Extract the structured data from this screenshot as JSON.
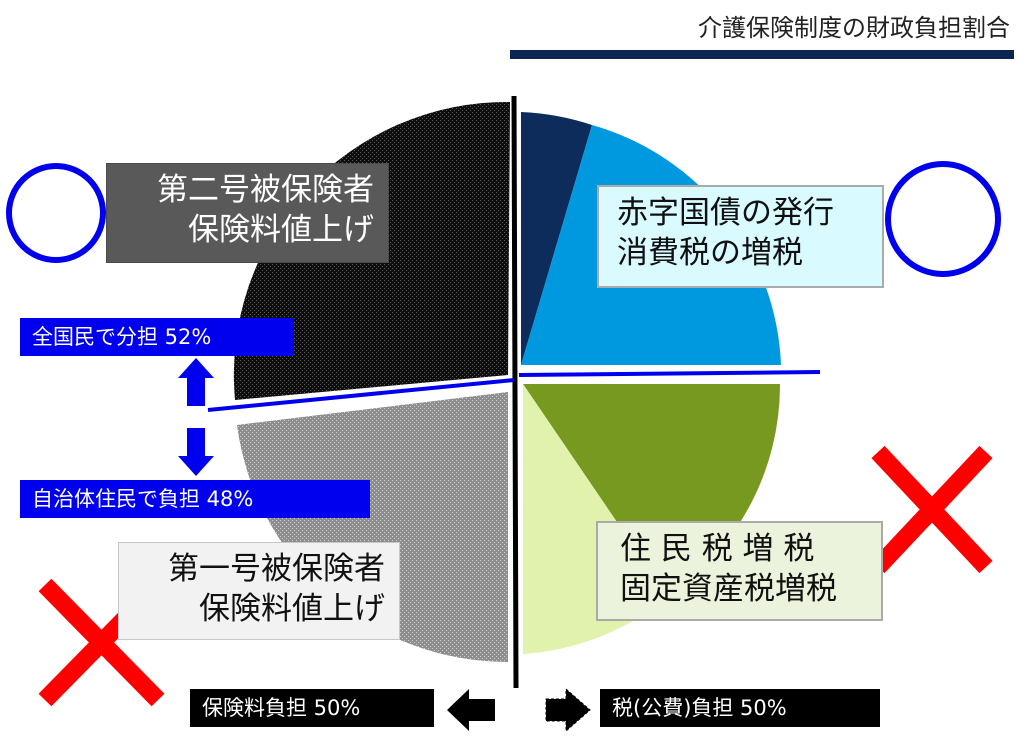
{
  "title": "介護保険制度の財政負担割合",
  "boxes": {
    "second_insured": {
      "line1": "第二号被保険者",
      "line2": "保険料値上げ"
    },
    "deficit": {
      "line1": "赤字国債の発行",
      "line2": "消費税の増税"
    },
    "resident_tax": {
      "line1": "住 民 税 増 税",
      "line2": "固定資産税増税"
    },
    "first_insured": {
      "line1": "第一号被保険者",
      "line2": "保険料値上げ"
    }
  },
  "tags": {
    "nation": "全国民で分担  52%",
    "local": "自治体住民で負担  48%",
    "insurance": "保険料負担  50%",
    "tax": "税(公費)負担  50%"
  },
  "colors": {
    "title_bar": "#0c2550",
    "dark_navy": "#0d2c5c",
    "sky_blue": "#0099e0",
    "olive": "#78991f",
    "light_green": "#e1f2ad",
    "circle": "#0000ee",
    "cross": "#ff0000"
  }
}
